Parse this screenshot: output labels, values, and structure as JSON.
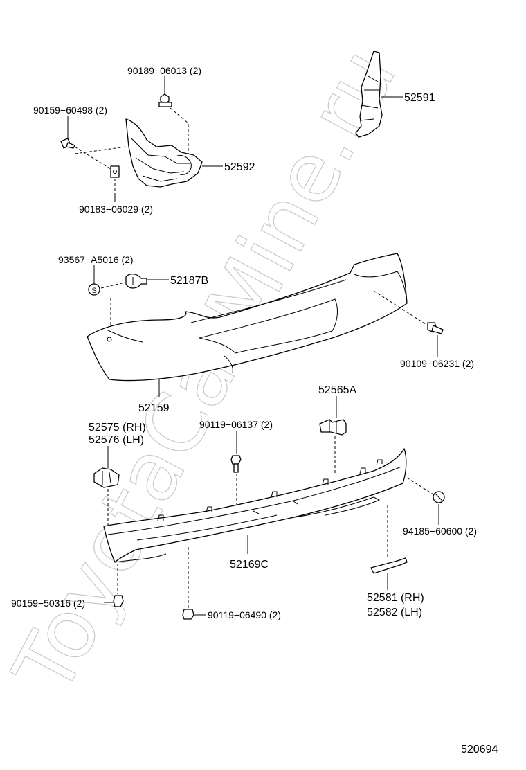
{
  "watermark": "ToyotaCarMine.ru",
  "diagram_id": "520694",
  "labels": {
    "p90189": "90189−06013 (2)",
    "p90159_60498": "90159−60498 (2)",
    "p52592": "52592",
    "p90183": "90183−06029 (2)",
    "p52591": "52591",
    "p93567": "93567−A5016 (2)",
    "p52187B": "52187B",
    "p90109": "90109−06231 (2)",
    "p52159": "52159",
    "p52565A": "52565A",
    "p52575": "52575 (RH)",
    "p52576": "52576 (LH)",
    "p90119_06137": "90119−06137 (2)",
    "p94185": "94185−60600 (2)",
    "p52169C": "52169C",
    "p90159_50316": "90159−50316 (2)",
    "p90119_06490": "90119−06490 (2)",
    "p52581": "52581 (RH)",
    "p52582": "52582 (LH)",
    "s_mark": "S"
  }
}
